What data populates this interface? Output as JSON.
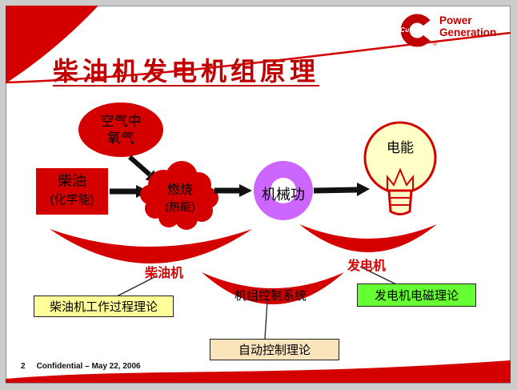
{
  "colors": {
    "red": "#d40000",
    "brand-red": "#c00000",
    "purple": "#cc66ff",
    "bulb-fill": "#ffffc8",
    "yellow-box": "#ffff99",
    "green-box": "#66ff33",
    "tan-box": "#f9e4bb",
    "screen-grey": "#cccccc"
  },
  "header": {
    "title": "柴油机发电机组原理",
    "logo": {
      "brand": "Cummins",
      "tagline_line1": "Power",
      "tagline_line2": "Generation",
      "registered": "®"
    }
  },
  "diagram": {
    "oxygen_line1": "空气中",
    "oxygen_line2": "氧气",
    "diesel_line1": "柴油",
    "diesel_line2": "(化学能)",
    "combustion_line1": "燃烧",
    "combustion_line2": "(热能)",
    "mechanical_work": "机械功",
    "electric_energy": "电能",
    "engine_label": "柴油机",
    "generator_label": "发电机",
    "control_label": "机组控制系统",
    "engine_theory": "柴油机工作过程理论",
    "generator_theory": "发电机电磁理论",
    "control_theory": "自动控制理论"
  },
  "footer": {
    "page_number": "2",
    "confidential": "Confidential – May 22, 2006"
  }
}
